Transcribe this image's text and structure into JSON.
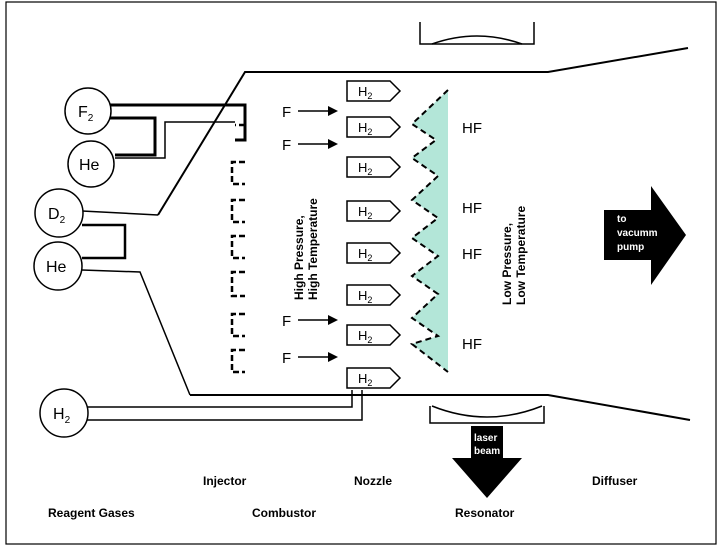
{
  "gases": {
    "f2": {
      "base": "F",
      "sub": "2"
    },
    "he_top": "He",
    "d2": {
      "base": "D",
      "sub": "2"
    },
    "he_bottom": "He",
    "h2": {
      "base": "H",
      "sub": "2"
    }
  },
  "injector_h2": {
    "base": "H",
    "sub": "2"
  },
  "fluorine_label": "F",
  "product_label": "HF",
  "combustor_text": {
    "line1": "High Pressure,",
    "line2": "High Temperature"
  },
  "cavity_text": {
    "line1": "Low Pressure,",
    "line2": "Low Temperature"
  },
  "exhaust_arrow": {
    "line1": "to",
    "line2": "vacumm",
    "line3": "pump"
  },
  "laser_arrow": {
    "line1": "laser",
    "line2": "beam"
  },
  "section_labels": {
    "injector": "Injector",
    "nozzle": "Nozzle",
    "diffuser": "Diffuser",
    "reagent_gases": "Reagent Gases",
    "combustor": "Combustor",
    "resonator": "Resonator"
  },
  "colors": {
    "flame": "#b3e6d8",
    "line": "#000000",
    "background": "#ffffff"
  }
}
